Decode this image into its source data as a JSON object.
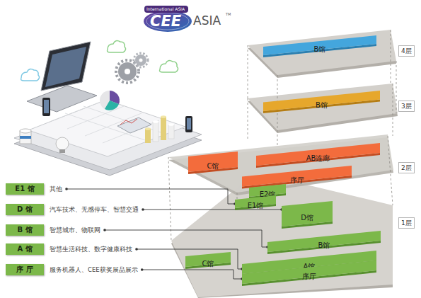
{
  "diagram": {
    "nodes": [
      {
        "text": [
          "B馆"
        ]
      },
      {
        "text": [
          "4层"
        ]
      },
      {
        "text": [
          "B馆"
        ]
      },
      {
        "text": [
          "3层"
        ]
      },
      {
        "text": [
          "C馆"
        ]
      },
      {
        "text": [
          "AB连廊"
        ]
      },
      {
        "text": [
          "2层"
        ]
      },
      {
        "text": [
          "序厅"
        ]
      },
      {
        "text": [
          "E2馆"
        ]
      },
      {
        "text": [
          "E1馆"
        ]
      },
      {
        "text": [
          "D馆"
        ]
      },
      {
        "text": [
          "1层"
        ]
      },
      {
        "text": [
          "B馆"
        ]
      },
      {
        "text": [
          "C馆"
        ]
      },
      {
        "text": [
          "A馆"
        ]
      },
      {
        "text": [
          "序厅"
        ]
      },
      {
        "text": [
          "E1 馆",
          "其他"
        ]
      },
      {
        "text": [
          "D 馆",
          "汽车技术、无感停车、智慧交通"
        ]
      },
      {
        "text": [
          "B 馆",
          "智慧城市、物联网"
        ]
      },
      {
        "text": [
          "A 馆",
          "智慧生活科技、数字健康科技"
        ]
      },
      {
        "text": [
          "序 厅",
          "服务机器人、CEE获奖展品展示"
        ]
      }
    ],
    "edges": [
      {
        "from": 16,
        "to": 9,
        "arrow": "none"
      },
      {
        "from": 17,
        "to": 10,
        "arrow": "none"
      },
      {
        "from": 18,
        "to": 12,
        "arrow": "none"
      },
      {
        "from": 19,
        "to": 14,
        "arrow": "none"
      },
      {
        "from": 20,
        "to": 15,
        "arrow": "none"
      }
    ],
    "labels": [
      "International ASIA",
      "CEE",
      "ASIA",
      "TM"
    ]
  }
}
